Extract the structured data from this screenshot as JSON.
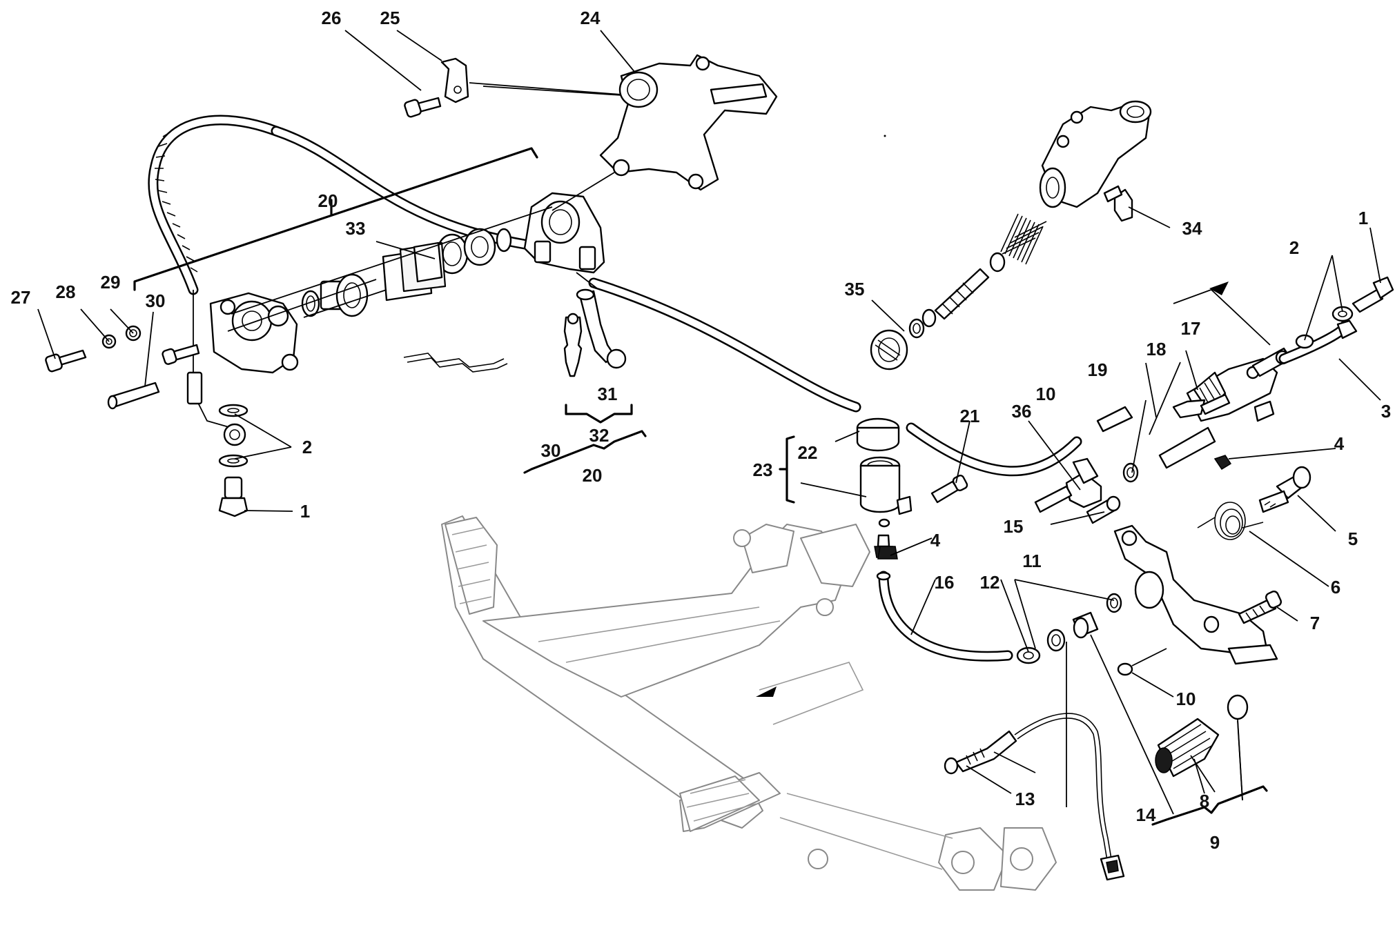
{
  "labels": {
    "l1a": "1",
    "l1b": "1",
    "l2a": "2",
    "l2b": "2",
    "l3": "3",
    "l4a": "4",
    "l4b": "4",
    "l5": "5",
    "l6": "6",
    "l7": "7",
    "l8": "8",
    "l9": "9",
    "l10a": "10",
    "l10b": "10",
    "l11": "11",
    "l12": "12",
    "l13": "13",
    "l14": "14",
    "l15": "15",
    "l16": "16",
    "l17": "17",
    "l18": "18",
    "l19": "19",
    "l20a": "20",
    "l20b": "20",
    "l21": "21",
    "l22": "22",
    "l23": "23",
    "l24": "24",
    "l25": "25",
    "l26": "26",
    "l27": "27",
    "l28": "28",
    "l29": "29",
    "l30a": "30",
    "l30b": "30",
    "l31": "31",
    "l32": "32",
    "l33": "33",
    "l34": "34",
    "l35": "35",
    "l36": "36"
  }
}
